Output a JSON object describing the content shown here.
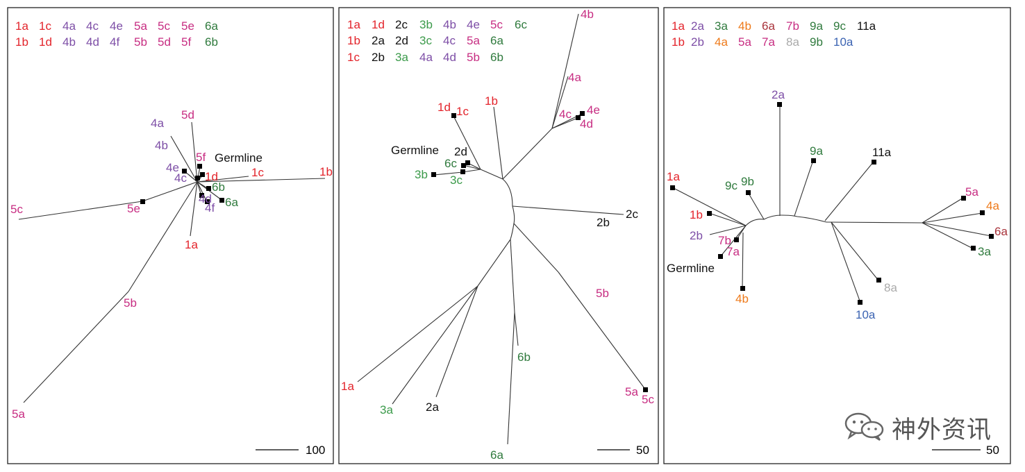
{
  "colors": {
    "red": "#e3242b",
    "purple": "#7d4ea6",
    "magenta": "#c72d82",
    "green": "#2f7a3d",
    "lightgreen": "#3b9a4a",
    "black": "#111111",
    "orange": "#ee7a1a",
    "brown": "#a8323a",
    "gray": "#aaaaaa",
    "blue": "#3b63b2"
  },
  "panels": [
    {
      "legend": [
        [
          {
            "t": "1a",
            "c": "red"
          },
          {
            "t": "1c",
            "c": "red"
          },
          {
            "t": "4a",
            "c": "purple"
          },
          {
            "t": "4c",
            "c": "purple"
          },
          {
            "t": "4e",
            "c": "purple"
          },
          {
            "t": "5a",
            "c": "magenta"
          },
          {
            "t": "5c",
            "c": "magenta"
          },
          {
            "t": "5e",
            "c": "magenta"
          },
          {
            "t": "6a",
            "c": "green"
          }
        ],
        [
          {
            "t": "1b",
            "c": "red"
          },
          {
            "t": "1d",
            "c": "red"
          },
          {
            "t": "4b",
            "c": "purple"
          },
          {
            "t": "4d",
            "c": "purple"
          },
          {
            "t": "4f",
            "c": "purple"
          },
          {
            "t": "5b",
            "c": "magenta"
          },
          {
            "t": "5d",
            "c": "magenta"
          },
          {
            "t": "5f",
            "c": "magenta"
          },
          {
            "t": "6b",
            "c": "green"
          }
        ]
      ],
      "scale_label": "100",
      "germline_label": "Germline",
      "leaves": [
        {
          "label": "1b",
          "c": "red"
        },
        {
          "label": "1c",
          "c": "red"
        },
        {
          "label": "1d",
          "c": "red"
        },
        {
          "label": "1a",
          "c": "red"
        },
        {
          "label": "5d",
          "c": "magenta"
        },
        {
          "label": "5f",
          "c": "magenta"
        },
        {
          "label": "4a",
          "c": "purple"
        },
        {
          "label": "4b",
          "c": "purple"
        },
        {
          "label": "4e",
          "c": "purple"
        },
        {
          "label": "4c",
          "c": "purple"
        },
        {
          "label": "6b",
          "c": "green"
        },
        {
          "label": "6a",
          "c": "green"
        },
        {
          "label": "4d",
          "c": "purple"
        },
        {
          "label": "4f",
          "c": "purple"
        },
        {
          "label": "5e",
          "c": "magenta"
        },
        {
          "label": "5c",
          "c": "magenta"
        },
        {
          "label": "5b",
          "c": "magenta"
        },
        {
          "label": "5a",
          "c": "magenta"
        }
      ]
    },
    {
      "legend": [
        [
          {
            "t": "1a",
            "c": "red"
          },
          {
            "t": "1d",
            "c": "red"
          },
          {
            "t": "2c",
            "c": "black"
          },
          {
            "t": "3b",
            "c": "lightgreen"
          },
          {
            "t": "4b",
            "c": "purple"
          },
          {
            "t": "4e",
            "c": "purple"
          },
          {
            "t": "5c",
            "c": "magenta"
          },
          {
            "t": "6c",
            "c": "green"
          }
        ],
        [
          {
            "t": "1b",
            "c": "red"
          },
          {
            "t": "2a",
            "c": "black"
          },
          {
            "t": "2d",
            "c": "black"
          },
          {
            "t": "3c",
            "c": "lightgreen"
          },
          {
            "t": "4c",
            "c": "purple"
          },
          {
            "t": "5a",
            "c": "magenta"
          },
          {
            "t": "6a",
            "c": "green"
          }
        ],
        [
          {
            "t": "1c",
            "c": "red"
          },
          {
            "t": "2b",
            "c": "black"
          },
          {
            "t": "3a",
            "c": "lightgreen"
          },
          {
            "t": "4a",
            "c": "purple"
          },
          {
            "t": "4d",
            "c": "purple"
          },
          {
            "t": "5b",
            "c": "magenta"
          },
          {
            "t": "6b",
            "c": "green"
          }
        ]
      ],
      "scale_label": "50",
      "germline_label": "Germline",
      "leaves": [
        {
          "label": "4b",
          "c": "magenta"
        },
        {
          "label": "4a",
          "c": "magenta"
        },
        {
          "label": "4c",
          "c": "magenta"
        },
        {
          "label": "4e",
          "c": "magenta"
        },
        {
          "label": "4d",
          "c": "magenta"
        },
        {
          "label": "1d",
          "c": "red"
        },
        {
          "label": "1c",
          "c": "red"
        },
        {
          "label": "1b",
          "c": "red"
        },
        {
          "label": "2d",
          "c": "black"
        },
        {
          "label": "6c",
          "c": "green"
        },
        {
          "label": "3b",
          "c": "lightgreen"
        },
        {
          "label": "3c",
          "c": "lightgreen"
        },
        {
          "label": "2c",
          "c": "black"
        },
        {
          "label": "2b",
          "c": "black"
        },
        {
          "label": "5b",
          "c": "magenta"
        },
        {
          "label": "5a",
          "c": "magenta"
        },
        {
          "label": "5c",
          "c": "magenta"
        },
        {
          "label": "6b",
          "c": "green"
        },
        {
          "label": "6a",
          "c": "green"
        },
        {
          "label": "1a",
          "c": "red"
        },
        {
          "label": "3a",
          "c": "lightgreen"
        },
        {
          "label": "2a",
          "c": "black"
        }
      ]
    },
    {
      "legend": [
        [
          {
            "t": "1a",
            "c": "red"
          },
          {
            "t": "2a",
            "c": "purple"
          },
          {
            "t": "3a",
            "c": "green"
          },
          {
            "t": "4b",
            "c": "orange"
          },
          {
            "t": "6a",
            "c": "brown"
          },
          {
            "t": "7b",
            "c": "magenta"
          },
          {
            "t": "9a",
            "c": "green"
          },
          {
            "t": "9c",
            "c": "green"
          },
          {
            "t": "11a",
            "c": "black"
          }
        ],
        [
          {
            "t": "1b",
            "c": "red"
          },
          {
            "t": "2b",
            "c": "purple"
          },
          {
            "t": "4a",
            "c": "orange"
          },
          {
            "t": "5a",
            "c": "magenta"
          },
          {
            "t": "7a",
            "c": "magenta"
          },
          {
            "t": "8a",
            "c": "gray"
          },
          {
            "t": "9b",
            "c": "green"
          },
          {
            "t": "10a",
            "c": "blue"
          }
        ]
      ],
      "scale_label": "50",
      "germline_label": "Germline",
      "leaves": [
        {
          "label": "2a",
          "c": "purple"
        },
        {
          "label": "9a",
          "c": "green"
        },
        {
          "label": "11a",
          "c": "black"
        },
        {
          "label": "1a",
          "c": "red"
        },
        {
          "label": "9c",
          "c": "green"
        },
        {
          "label": "9b",
          "c": "green"
        },
        {
          "label": "1b",
          "c": "red"
        },
        {
          "label": "2b",
          "c": "purple"
        },
        {
          "label": "7b",
          "c": "magenta"
        },
        {
          "label": "7a",
          "c": "magenta"
        },
        {
          "label": "4b",
          "c": "orange"
        },
        {
          "label": "5a",
          "c": "magenta"
        },
        {
          "label": "4a",
          "c": "orange"
        },
        {
          "label": "6a",
          "c": "brown"
        },
        {
          "label": "3a",
          "c": "green"
        },
        {
          "label": "8a",
          "c": "gray"
        },
        {
          "label": "10a",
          "c": "blue"
        }
      ]
    }
  ],
  "watermark": {
    "text": "神外资讯",
    "icon": "wechat-icon"
  }
}
